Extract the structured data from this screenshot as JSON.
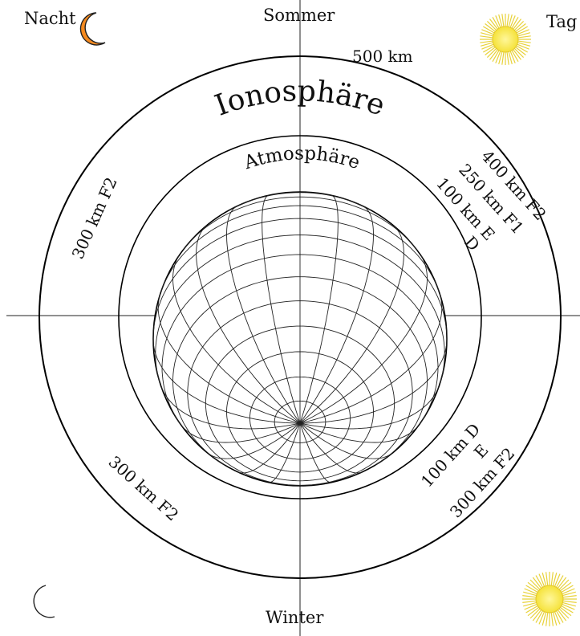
{
  "corners": {
    "night": "Nacht",
    "day": "Tag",
    "summer": "Sommer",
    "winter": "Winter"
  },
  "layers": {
    "ionosphere": "Ionosphäre",
    "atmosphere": "Atmosphäre"
  },
  "summer_day": {
    "outer": "500 km",
    "f2": "400 km F2",
    "f1": "250 km F1",
    "e": "100 km  E",
    "d": "D"
  },
  "summer_night": {
    "f2": "300 km  F2"
  },
  "winter_night": {
    "f2": "300 km  F2"
  },
  "winter_day": {
    "d": "100 km D",
    "e": "E",
    "f2": "300 km F2"
  },
  "icons": {
    "night": "crescent-moon-icon",
    "day": "sun-icon",
    "moon_color": "#f58a1f",
    "sun_color": "#fff25a"
  }
}
